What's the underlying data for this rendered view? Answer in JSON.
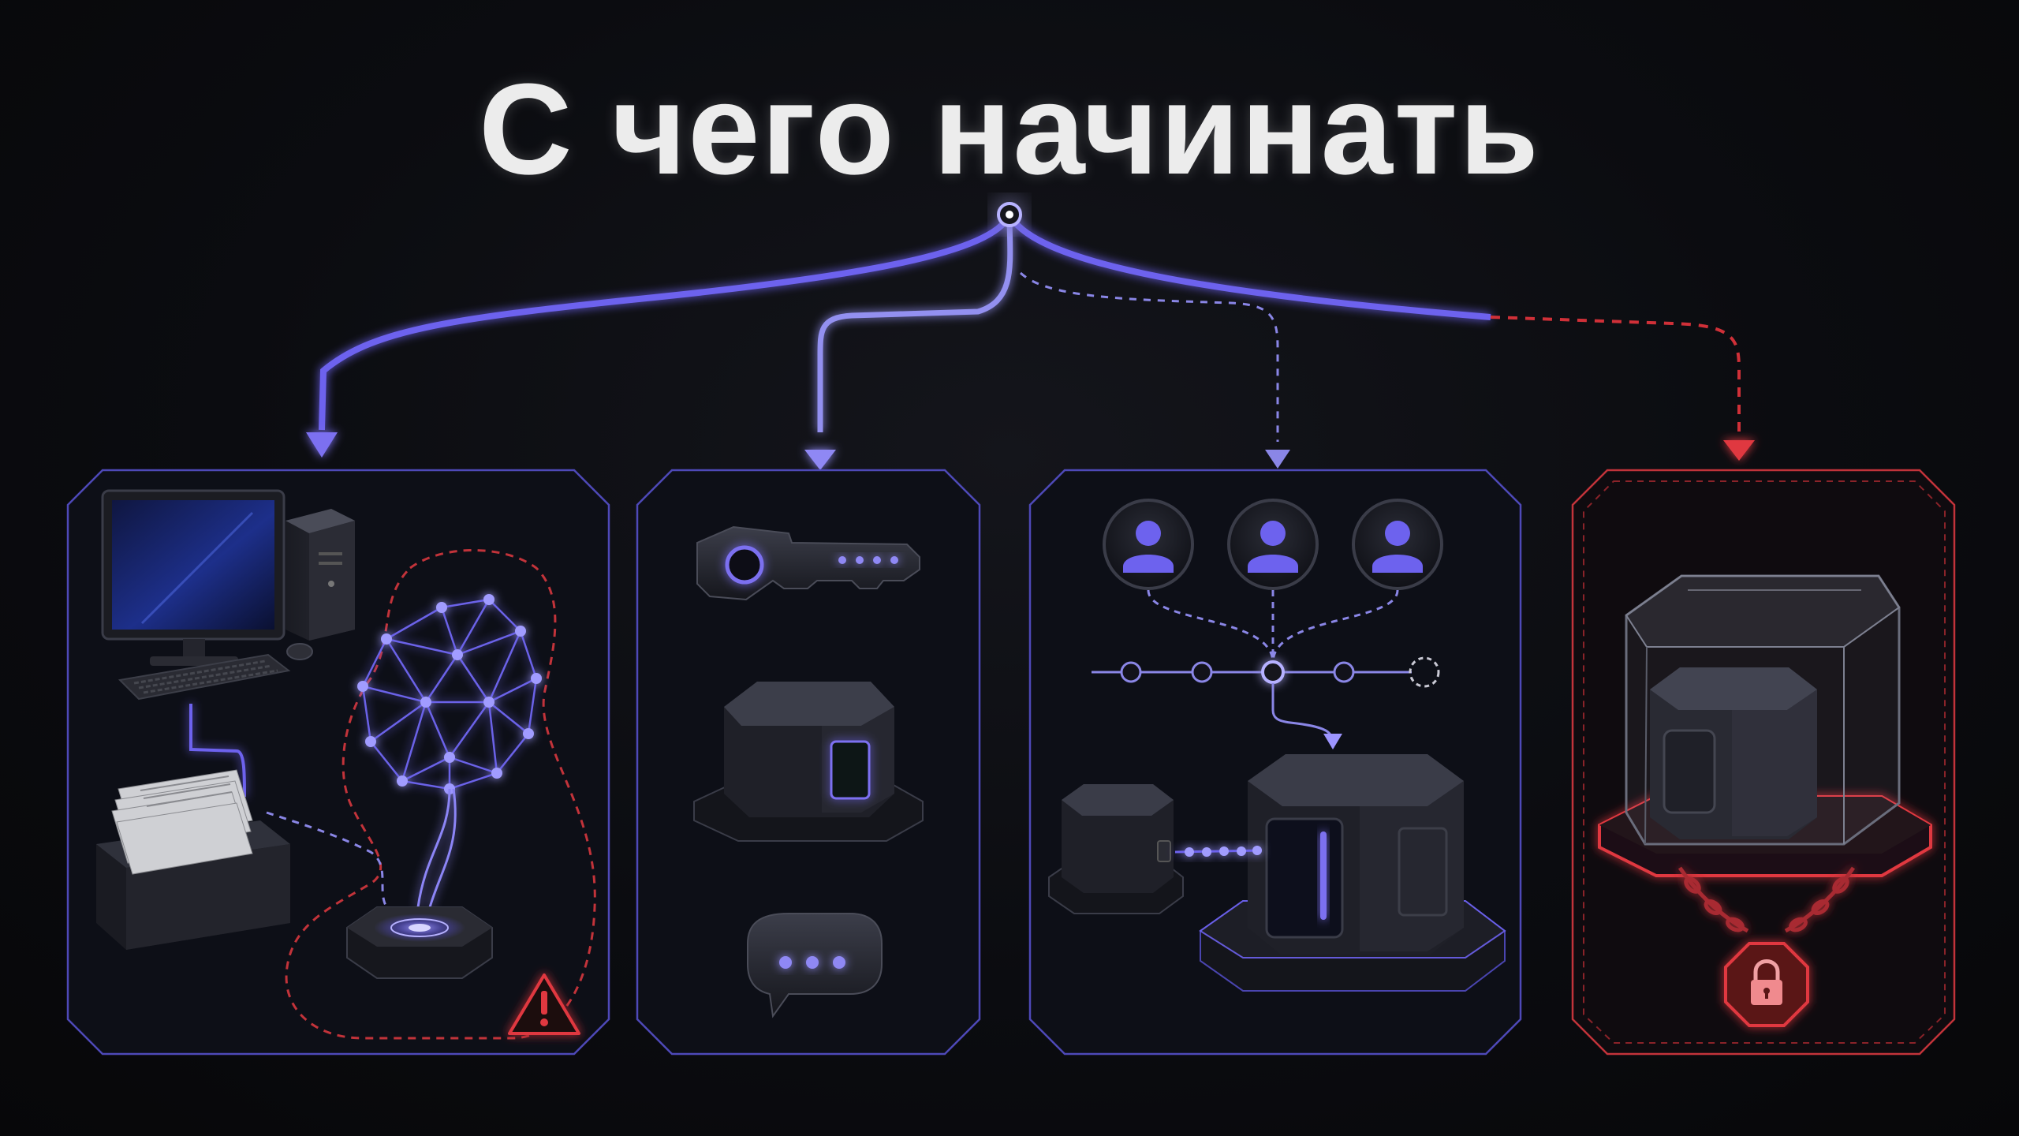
{
  "title": "С чего начинать",
  "colors": {
    "background": "#0b0c10",
    "accent": "#7b6ff0",
    "accent_glow": "#9d95ff",
    "danger": "#e0393f",
    "panel_fill": "#0e1018",
    "metal_dark": "#1c1d24",
    "metal_light": "#3a3c48"
  },
  "panels": [
    {
      "name": "local-setup",
      "icons": [
        "monitor-icon",
        "pc-tower-icon",
        "keyboard-icon",
        "mouse-icon",
        "documents-icon",
        "network-sphere-icon",
        "hologram-pad-icon",
        "warning-icon"
      ]
    },
    {
      "name": "api-key",
      "icons": [
        "key-icon",
        "cube-icon",
        "chat-bubble-icon"
      ]
    },
    {
      "name": "team-workflow",
      "icons": [
        "user-icon",
        "user-icon",
        "user-icon",
        "timeline-icon",
        "large-cube-icon",
        "small-cube-icon"
      ]
    },
    {
      "name": "locked-environment",
      "icons": [
        "glass-box-icon",
        "cube-icon",
        "chain-icon",
        "padlock-icon"
      ]
    }
  ]
}
